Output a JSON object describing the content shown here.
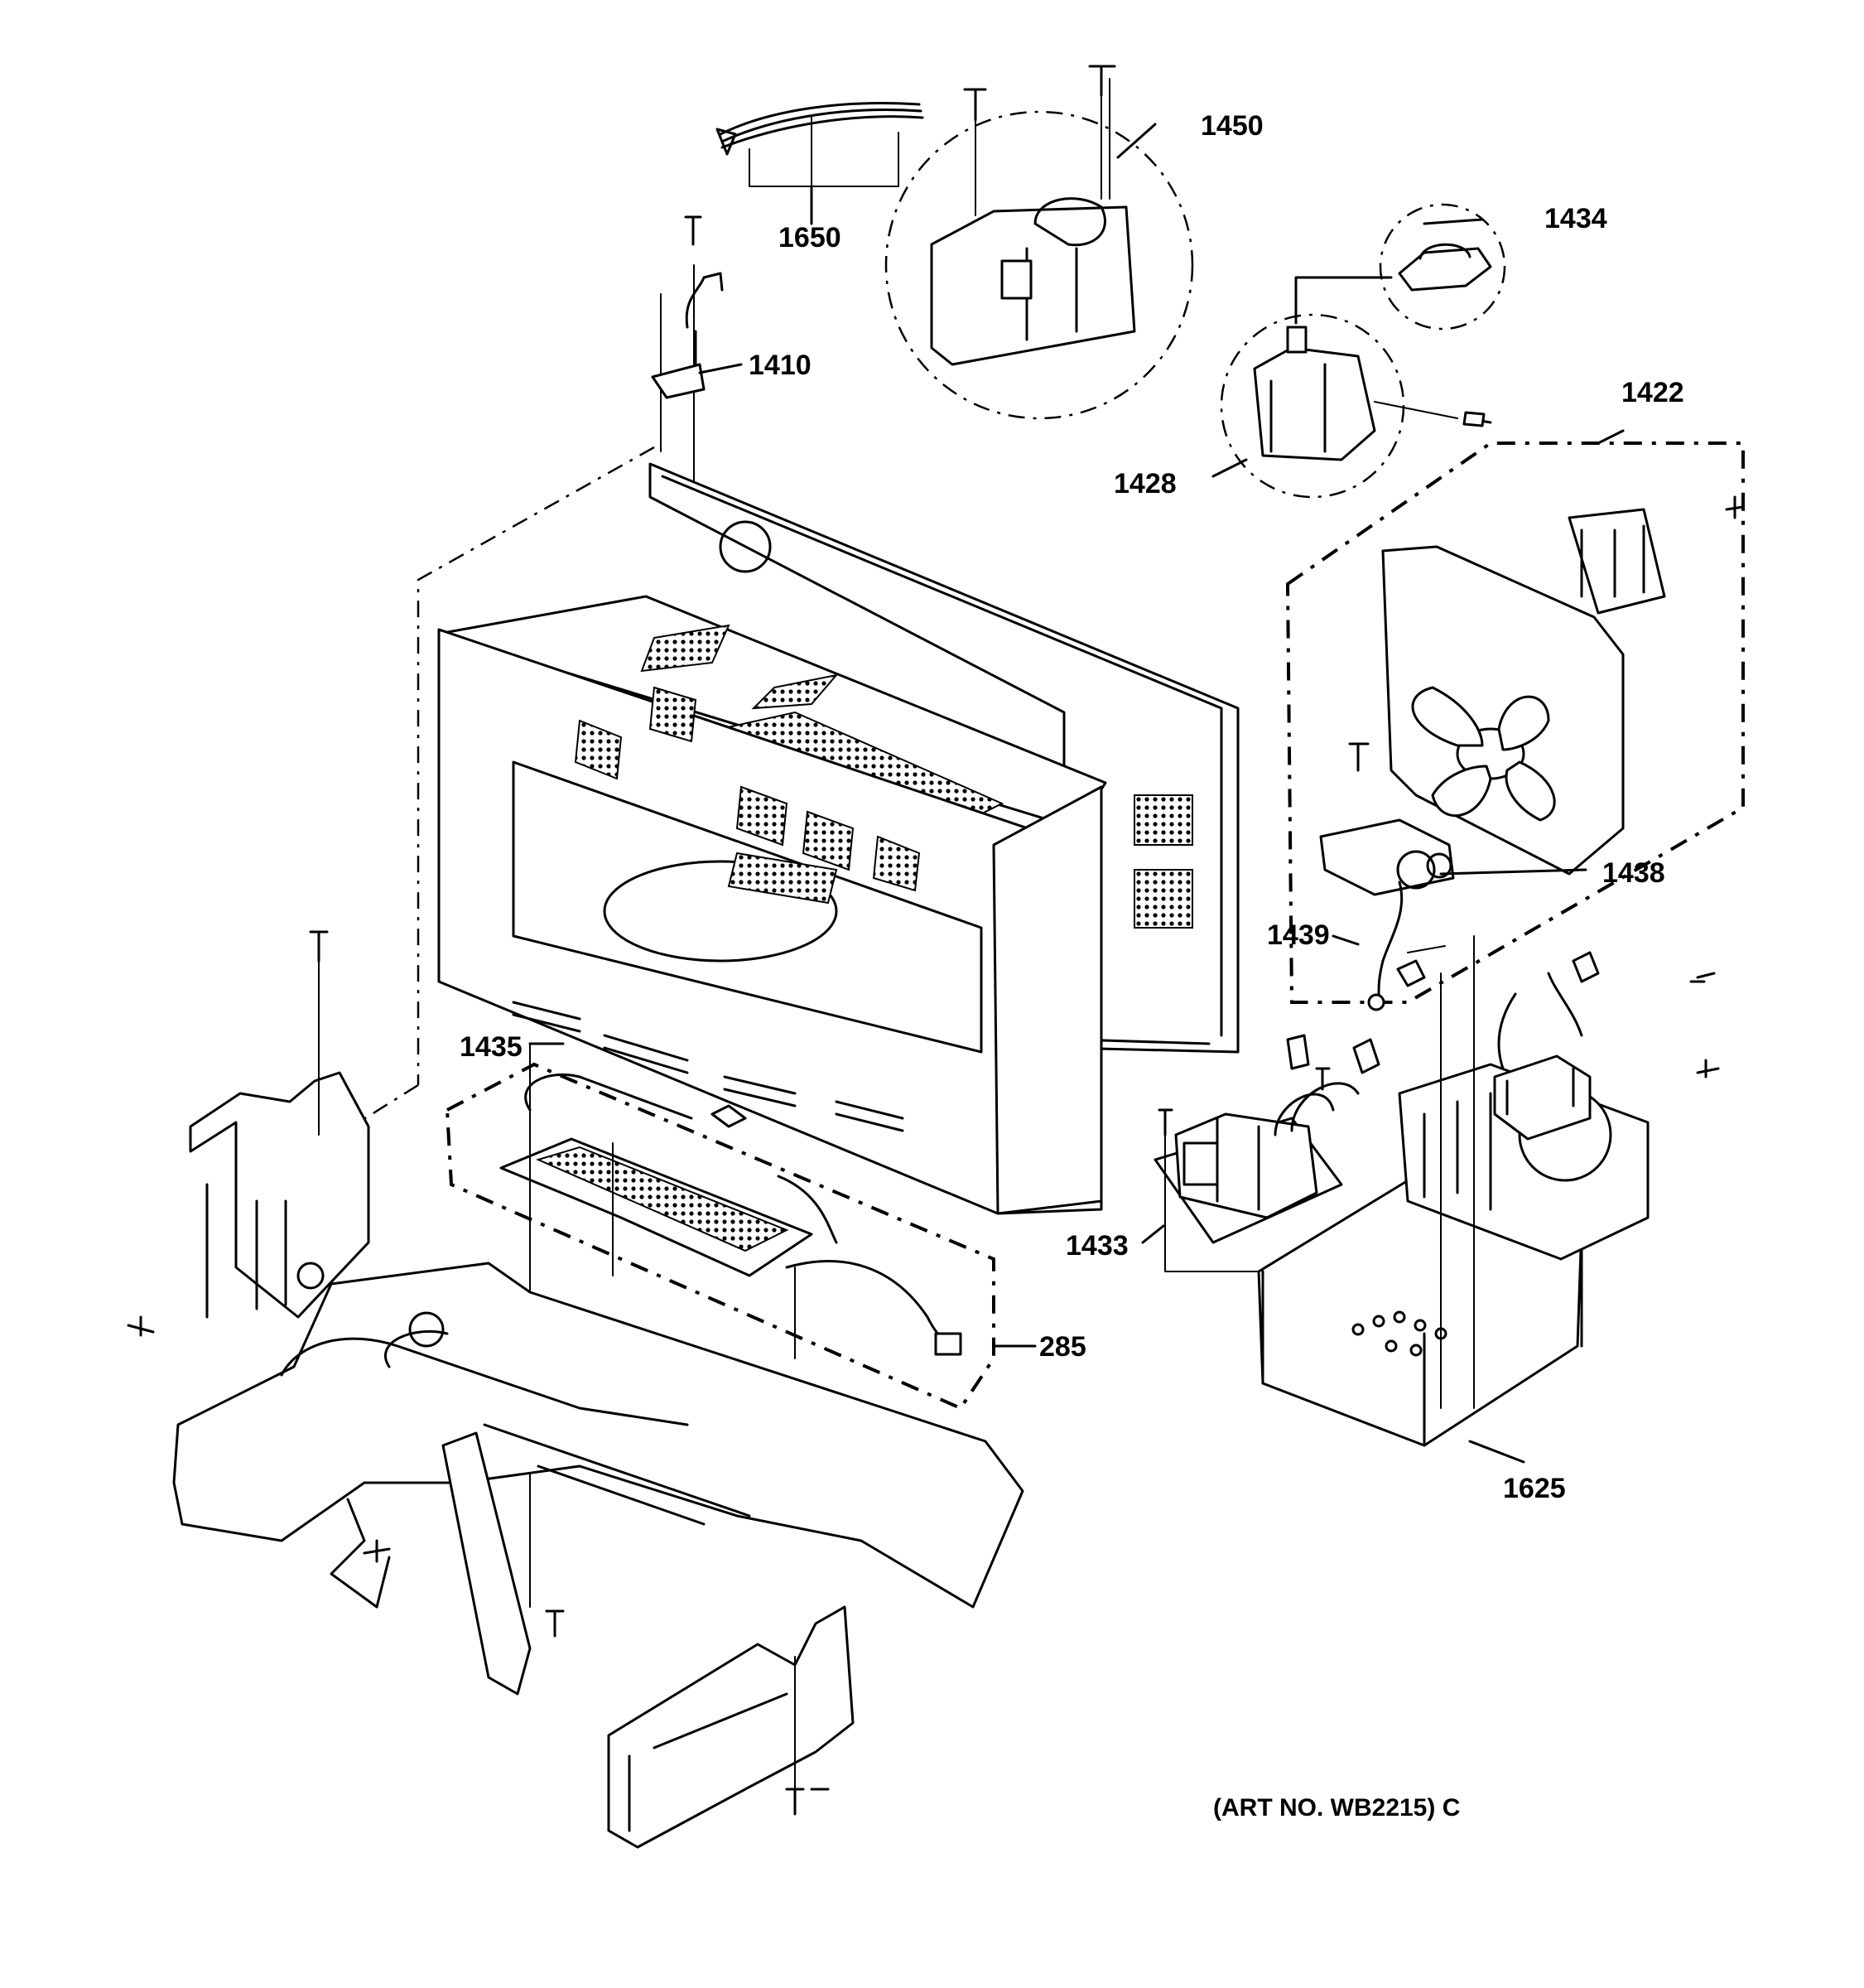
{
  "callouts": {
    "c1450": "1450",
    "c1650": "1650",
    "c1434": "1434",
    "c1410": "1410",
    "c1422": "1422",
    "c1428": "1428",
    "c1438": "1438",
    "c1439": "1439",
    "c1435": "1435",
    "c1433": "1433",
    "c285": "285",
    "c1625": "1625"
  },
  "art_number": "(ART NO. WB2215) C"
}
